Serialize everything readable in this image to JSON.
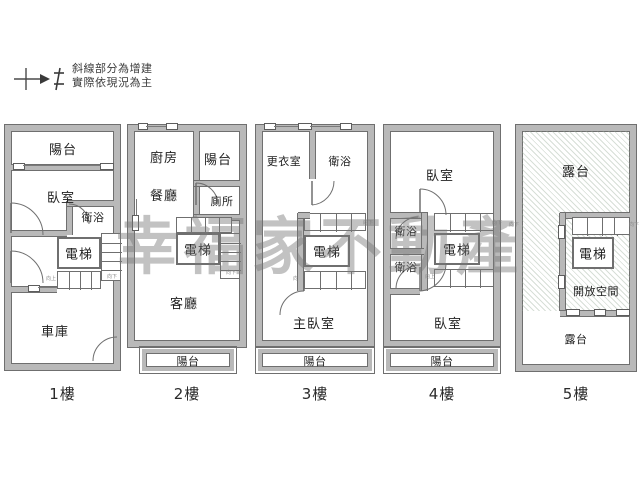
{
  "legend": {
    "symbol_name": "hatch-legend-symbol",
    "line1": "斜線部分為增建",
    "line2": "實際依現況為主"
  },
  "watermark": {
    "text": "幸福家不動產"
  },
  "stairs": {
    "up": "向上",
    "down": "向下"
  },
  "floors": [
    {
      "id": "floor-1",
      "label": "1樓",
      "rooms": [
        {
          "name": "balcony",
          "label": "陽台"
        },
        {
          "name": "bedroom",
          "label": "臥室"
        },
        {
          "name": "bathroom",
          "label": "衛浴"
        },
        {
          "name": "elevator",
          "label": "電梯"
        },
        {
          "name": "garage",
          "label": "車庫"
        }
      ]
    },
    {
      "id": "floor-2",
      "label": "2樓",
      "rooms": [
        {
          "name": "kitchen",
          "label": "廚房"
        },
        {
          "name": "balcony-top",
          "label": "陽台"
        },
        {
          "name": "dining",
          "label": "餐廳"
        },
        {
          "name": "toilet",
          "label": "廁所"
        },
        {
          "name": "elevator",
          "label": "電梯"
        },
        {
          "name": "living",
          "label": "客廳"
        },
        {
          "name": "balcony-bottom",
          "label": "陽台"
        }
      ]
    },
    {
      "id": "floor-3",
      "label": "3樓",
      "rooms": [
        {
          "name": "walk-in-closet",
          "label": "更衣室"
        },
        {
          "name": "bathroom",
          "label": "衛浴"
        },
        {
          "name": "elevator",
          "label": "電梯"
        },
        {
          "name": "master-bedroom",
          "label": "主臥室"
        },
        {
          "name": "balcony-bottom",
          "label": "陽台"
        }
      ]
    },
    {
      "id": "floor-4",
      "label": "4樓",
      "rooms": [
        {
          "name": "bedroom-top",
          "label": "臥室"
        },
        {
          "name": "bathroom-upper",
          "label": "衛浴"
        },
        {
          "name": "bathroom-lower",
          "label": "衛浴"
        },
        {
          "name": "elevator",
          "label": "電梯"
        },
        {
          "name": "bedroom-bottom",
          "label": "臥室"
        },
        {
          "name": "balcony-bottom",
          "label": "陽台"
        }
      ]
    },
    {
      "id": "floor-5",
      "label": "5樓",
      "rooms": [
        {
          "name": "terrace-top",
          "label": "露台"
        },
        {
          "name": "elevator",
          "label": "電梯"
        },
        {
          "name": "open-space",
          "label": "開放空間"
        },
        {
          "name": "terrace-bottom",
          "label": "露台"
        }
      ]
    }
  ],
  "colors": {
    "wall": "#b9b9b9",
    "outline": "#6f6f6f",
    "text": "#222222",
    "hatch": "#96aa96",
    "watermark": "rgba(120,120,120,0.45)",
    "background": "#ffffff"
  }
}
